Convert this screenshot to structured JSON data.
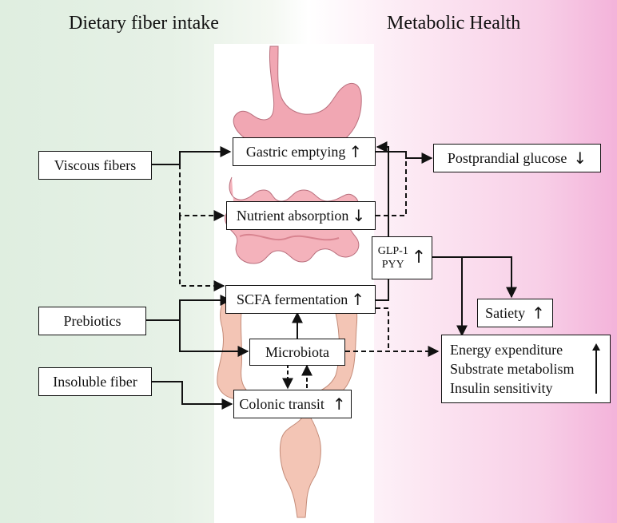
{
  "headers": {
    "left": "Dietary fiber intake",
    "right": "Metabolic Health"
  },
  "inputs": {
    "viscous": "Viscous fibers",
    "prebiotics": "Prebiotics",
    "insoluble": "Insoluble fiber"
  },
  "center": {
    "gastric": "Gastric emptying",
    "gastric_dir": "↑",
    "nutrient": "Nutrient absorption",
    "nutrient_dir": "↓",
    "scfa": "SCFA fermentation",
    "scfa_dir": "↑",
    "microbiota": "Microbiota",
    "colonic": "Colonic transit",
    "colonic_dir": "↑"
  },
  "hormones": {
    "glp1": "GLP-1",
    "pyy": "PYY",
    "dir": "↑"
  },
  "outcomes": {
    "glucose": "Postprandial glucose",
    "glucose_dir": "↓",
    "satiety": "Satiety",
    "satiety_dir": "↑",
    "energy": "Energy expenditure",
    "substrate": "Substrate metabolism",
    "insulin": "Insulin sensitivity",
    "metab_dir": "↑"
  },
  "colors": {
    "fiber_side": "#dfeee0",
    "health_side": "#f3b3da",
    "stomach": "#f1a7b3",
    "colon": "#f3c5b5"
  }
}
